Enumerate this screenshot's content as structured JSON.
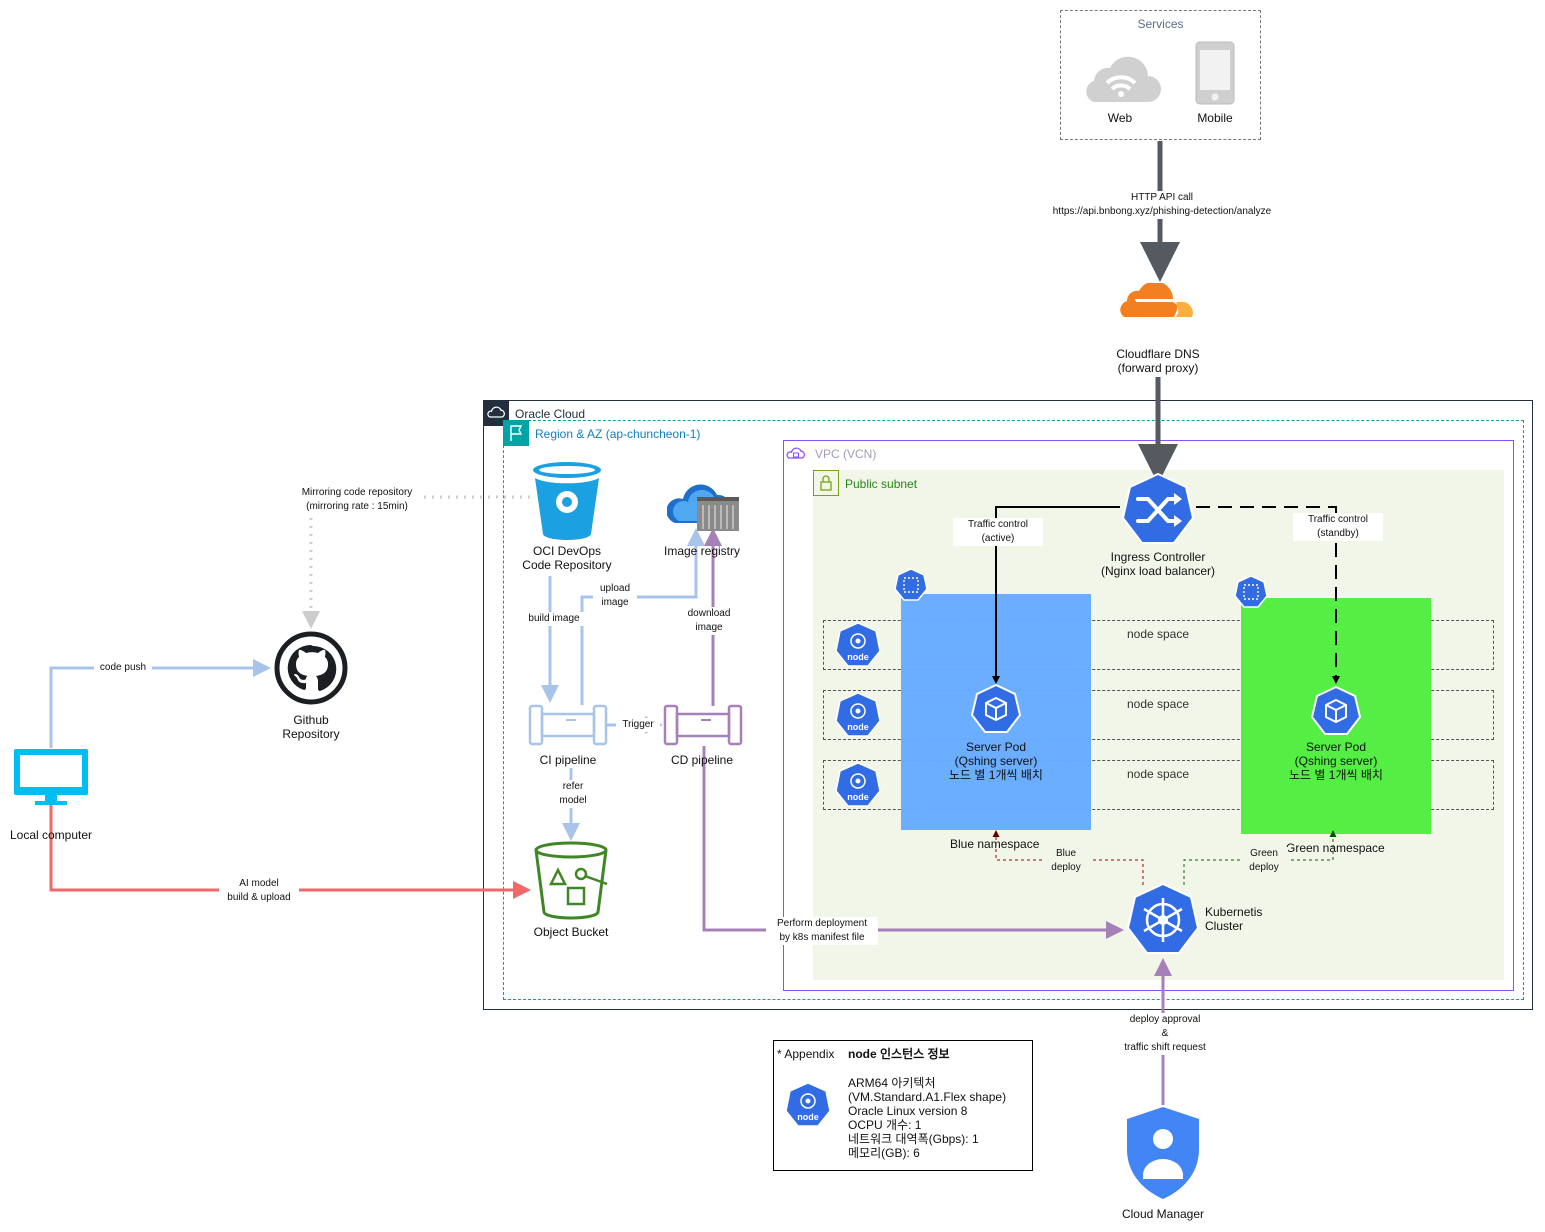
{
  "services": {
    "title": "Services",
    "web": "Web",
    "mobile": "Mobile"
  },
  "http_call": "HTTP API call\nhttps://api.bnbong.xyz/phishing-detection/analyze",
  "cloudflare": "Cloudflare DNS\n(forward proxy)",
  "oracle_cloud": "Oracle Cloud",
  "region": "Region & AZ (ap-chuncheon-1)",
  "vpc": "VPC (VCN)",
  "public_subnet": "Public subnet",
  "oci_repo": "OCI DevOps\nCode Repository",
  "image_registry": "Image registry",
  "ci_pipeline": "CI pipeline",
  "cd_pipeline": "CD pipeline",
  "object_bucket": "Object Bucket",
  "github": "Github\nRepository",
  "local_computer": "Local computer",
  "cloud_manager": "Cloud Manager",
  "ingress": "Ingress Controller\n(Nginx load balancer)",
  "k8s_cluster": "Kubernetis\nCluster",
  "node_space": "node space",
  "node_icon_label": "node",
  "blue_pod": "Server Pod\n(Qshing server)\n노드 별 1개씩 배치",
  "green_pod": "Server Pod\n(Qshing server)\n노드 별 1개씩 배치",
  "blue_ns": "Blue namespace",
  "green_ns": "Green namespace",
  "edges": {
    "mirroring": "Mirroring code repository\n(mirroring rate : 15min)",
    "code_push": "code push",
    "ai_model": "AI model\nbuild & upload",
    "build_image": "build image",
    "upload_image": "upload\nimage",
    "download_image": "download\nimage",
    "trigger": "Trigger",
    "refer_model": "refer\nmodel",
    "perform_deploy": "Perform deployment\nby k8s manifest file",
    "traffic_active": "Traffic control\n(active)",
    "traffic_standby": "Traffic control\n(standby)",
    "blue_deploy": "Blue\ndeploy",
    "green_deploy": "Green\ndeploy",
    "deploy_approval": "deploy approval\n&\ntraffic shift request"
  },
  "appendix": {
    "prefix": "* Appendix",
    "title": "node 인스턴스 정보",
    "lines": [
      "ARM64 아키텍처",
      "(VM.Standard.A1.Flex shape)",
      "Oracle Linux version 8",
      "OCPU 개수: 1",
      "네트워크 대역폭(Gbps): 1",
      "메모리(GB): 6"
    ]
  },
  "colors": {
    "blue_ns": "#66AAFF",
    "green_ns": "#55EE44",
    "subnet_bg": "#F2F6E9",
    "k8s_blue": "#326CE5",
    "pipeline_light": "#A9C4EB",
    "pipeline_purple": "#A680B8",
    "arrow_red": "#F06868",
    "arrow_dark": "#555A61",
    "bucket_green": "#3F8624",
    "repo_cyan": "#1BA1E2",
    "vpc_purple": "#8C4FFF",
    "region_teal": "#00A4A6"
  }
}
